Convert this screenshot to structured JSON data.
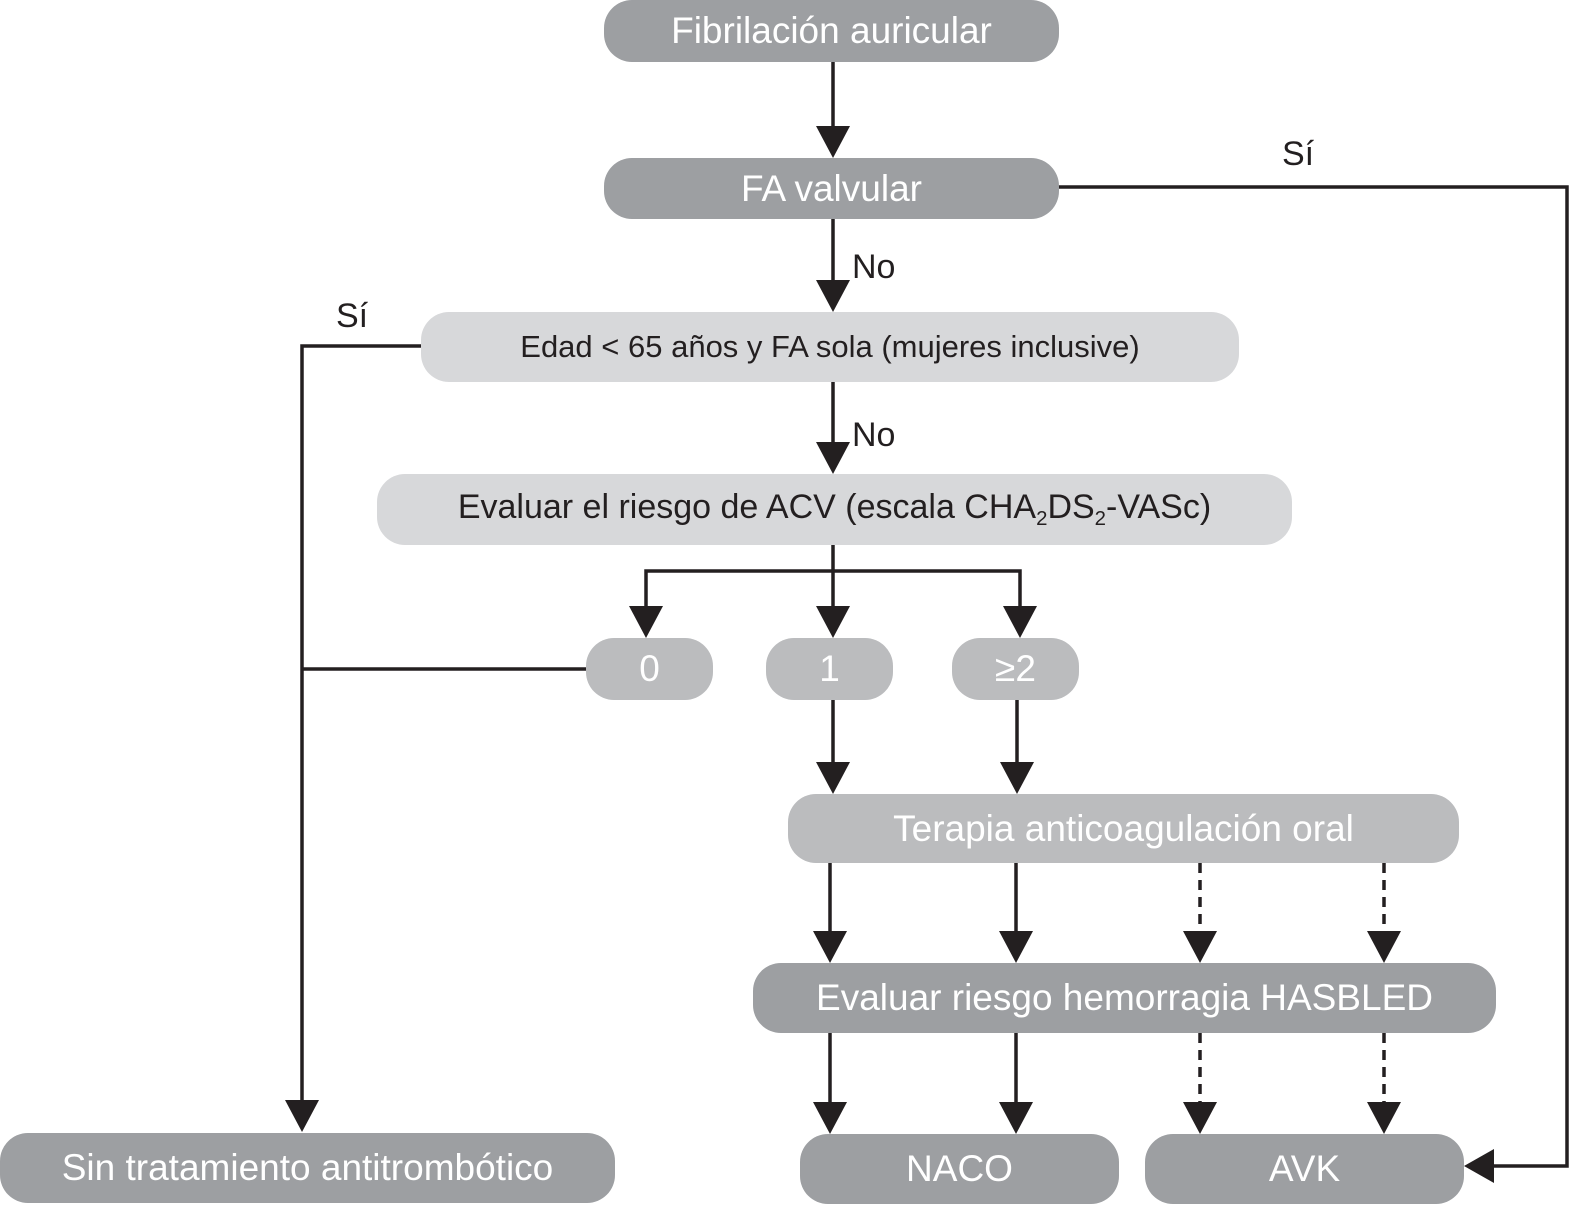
{
  "colors": {
    "dark_node": "#9d9fa2",
    "light_node": "#d7d8da",
    "mid_node": "#bbbcbe",
    "line": "#231f20"
  },
  "nodes": {
    "fa": "Fibrilación auricular",
    "fa_valvular": "FA valvular",
    "edad": "Edad < 65 años y FA sola (mujeres inclusive)",
    "evaluar_acv_prefix": "Evaluar el riesgo de ACV (escala CHA",
    "evaluar_acv_sub1": "2",
    "evaluar_acv_mid": "DS",
    "evaluar_acv_sub2": "2",
    "evaluar_acv_suffix": "-VASc)",
    "score_0": "0",
    "score_1": "1",
    "score_2": "≥2",
    "terapia": "Terapia anticoagulación oral",
    "hasbled": "Evaluar riesgo hemorragia HASBLED",
    "sin_tratamiento": "Sin tratamiento antitrombótico",
    "naco": "NACO",
    "avk": "AVK"
  },
  "edge_labels": {
    "si_valvular": "Sí",
    "no_valvular": "No",
    "si_edad": "Sí",
    "no_edad": "No"
  }
}
